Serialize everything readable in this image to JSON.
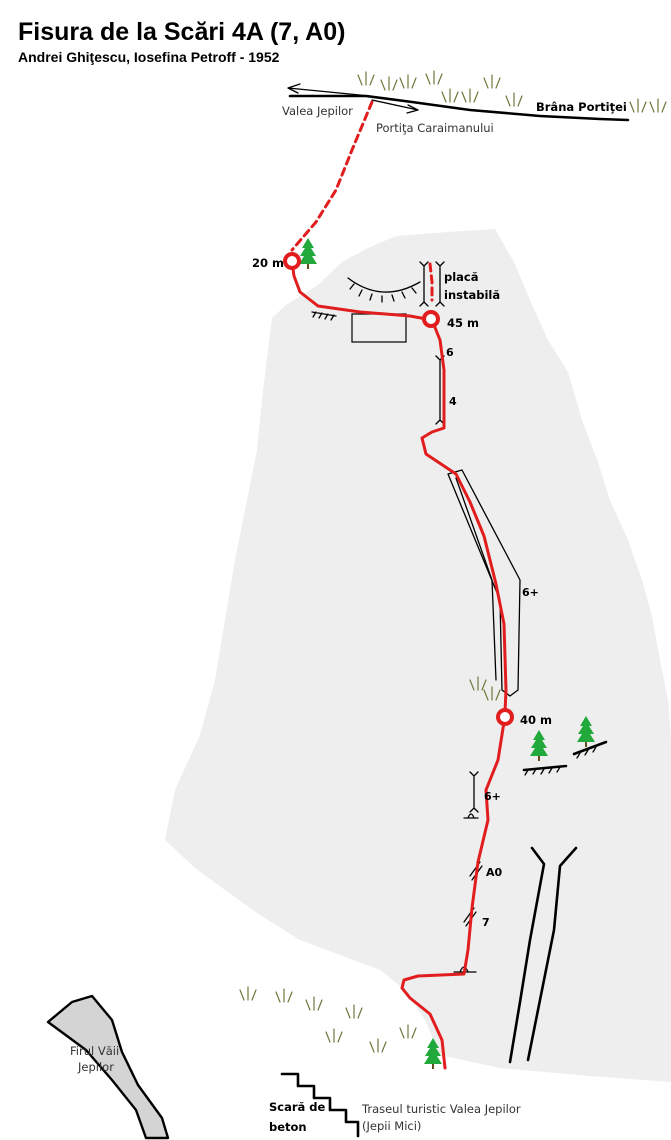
{
  "header": {
    "title": "Fisura de la Scări 4A (7, A0)",
    "authors": "Andrei Ghiţescu,  Iosefina Petroff - 1952"
  },
  "labels": {
    "valea_jepilor": "Valea Jepilor",
    "portita_caraimanului": "Portiţa Caraimanului",
    "brana_portitei": "Brâna Portiţei",
    "placa_line1": "placă",
    "placa_line2": "instabilă",
    "firul_line1": "Firul Văii",
    "firul_line2": "Jepilor",
    "scara_line1": "Scară de",
    "scara_line2": "beton",
    "traseu_line1": "Traseul turistic Valea Jepilor",
    "traseu_line2": "(Jepii Mici)"
  },
  "belays": [
    {
      "label": "20 m"
    },
    {
      "label": "45 m"
    },
    {
      "label": "40 m"
    }
  ],
  "grades": [
    {
      "label": "6"
    },
    {
      "label": "4"
    },
    {
      "label": "6+"
    },
    {
      "label": "6+"
    },
    {
      "label": "A0"
    },
    {
      "label": "7"
    }
  ],
  "colors": {
    "route": "#e11d1d",
    "rock": "#eeeeee",
    "gully": "#d4d4d4",
    "tree": "#22a93c",
    "grass": "#6b7a3a"
  }
}
